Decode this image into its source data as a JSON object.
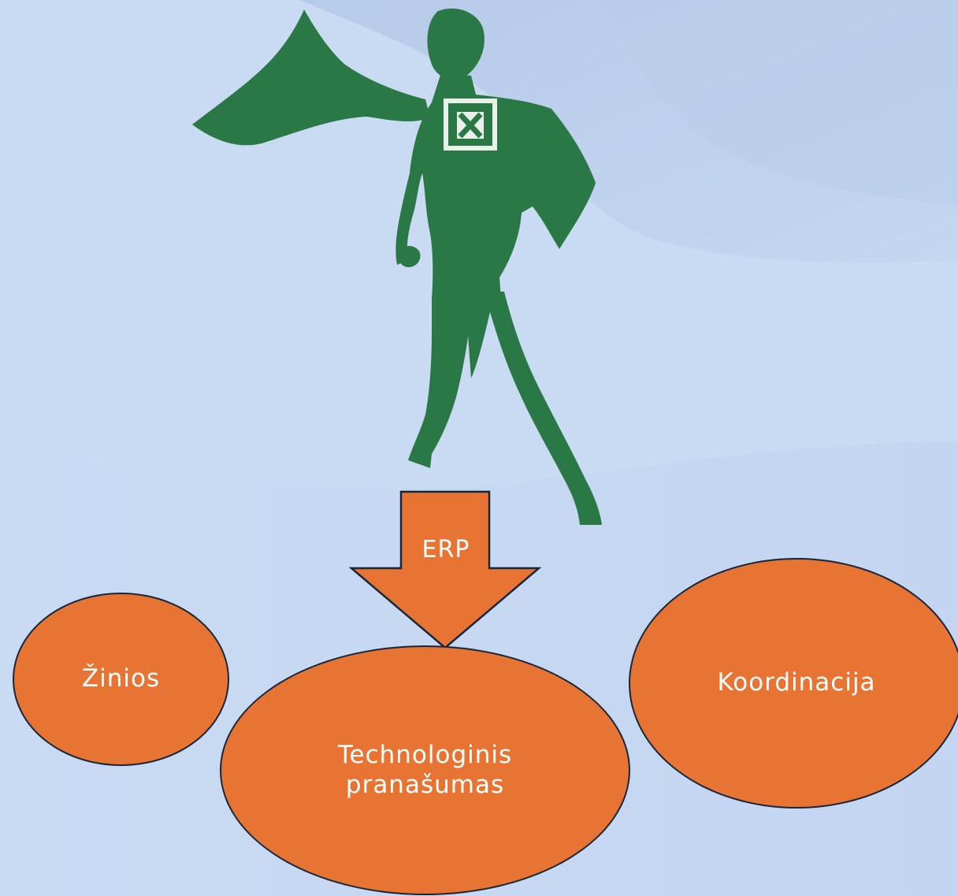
{
  "diagram": {
    "arrow_label": "ERP",
    "nodes": [
      {
        "id": "ziniai",
        "label": "Žinios"
      },
      {
        "id": "tech",
        "label": "Technologinis pranašumas"
      },
      {
        "id": "koord",
        "label": "Koordinacija"
      }
    ]
  },
  "colors": {
    "background": "#c9daf3",
    "node_fill": "#e87434",
    "node_outline": "#17263a",
    "figure": "#2a7845",
    "text": "#ffffff"
  },
  "icons": {
    "figure": "superhero-excel-icon"
  }
}
